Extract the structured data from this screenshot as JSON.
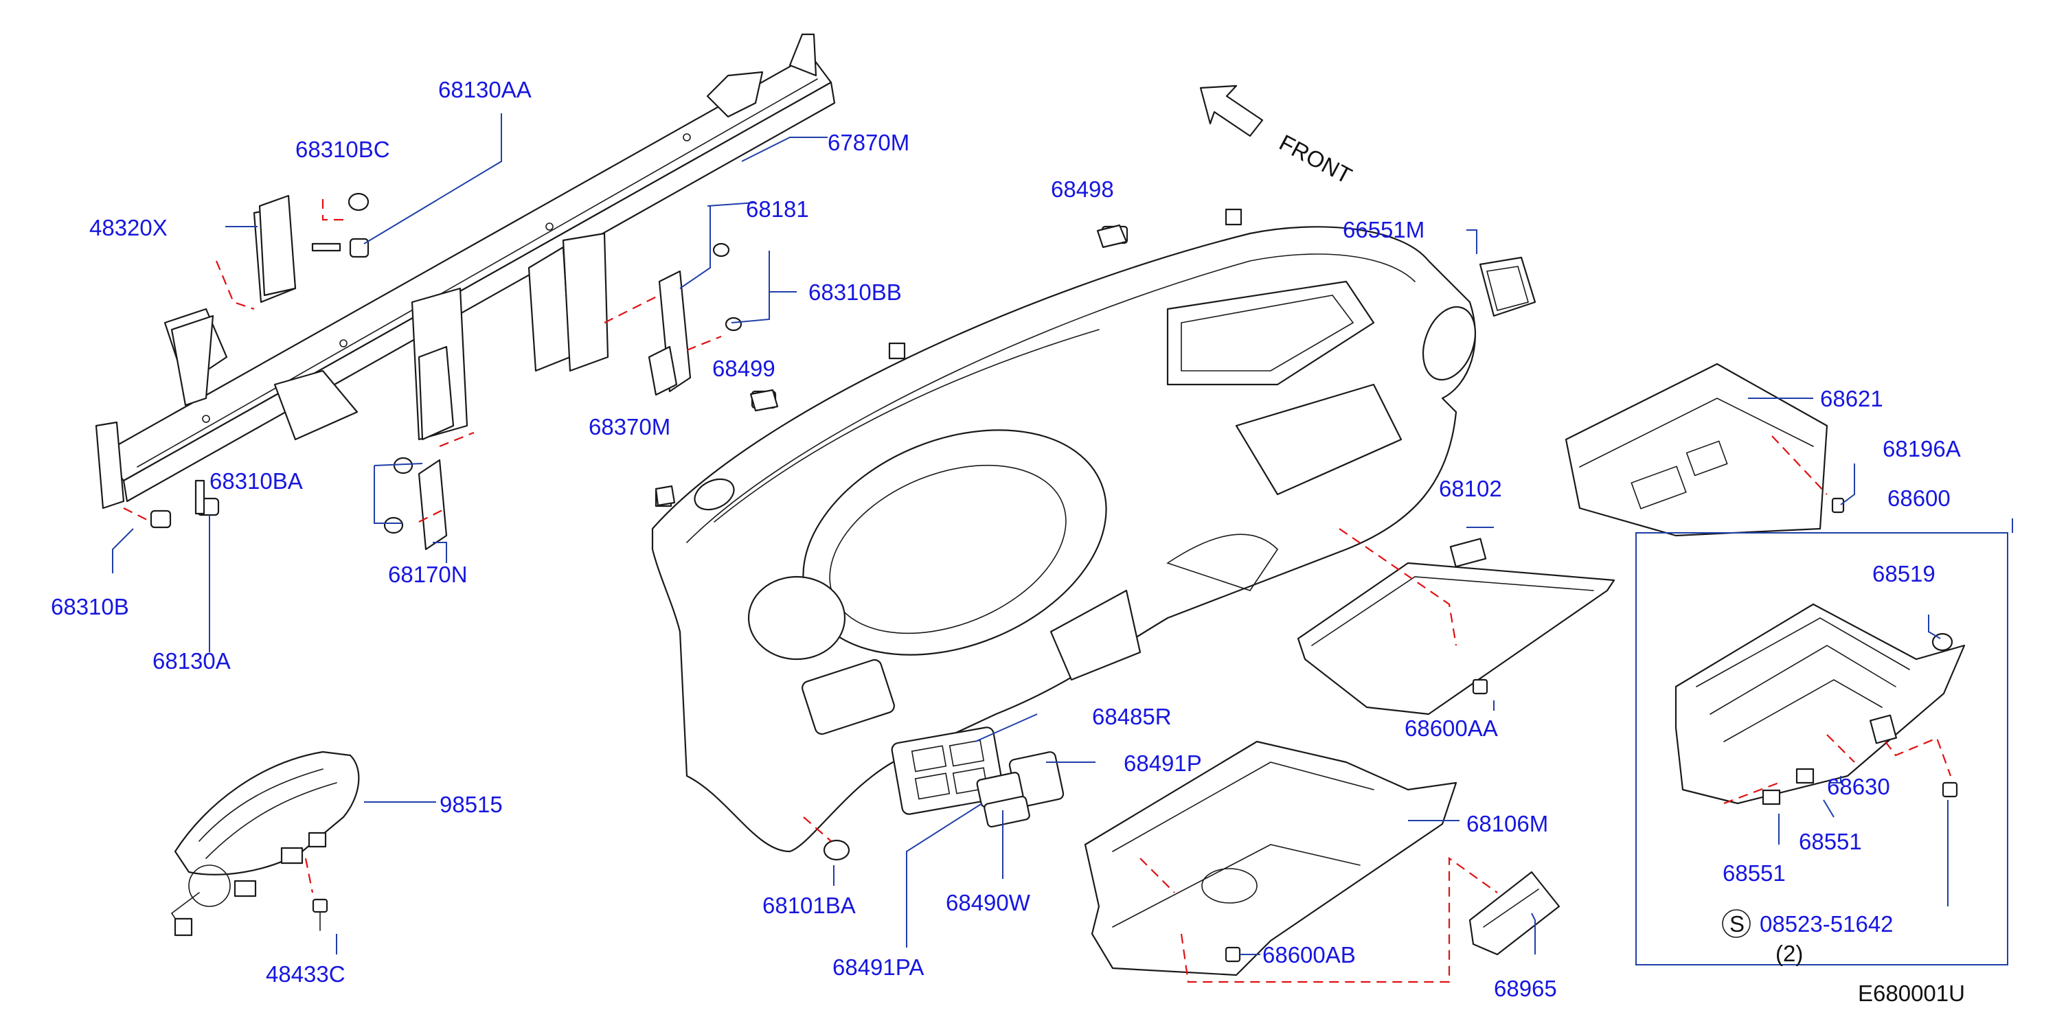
{
  "diagram": {
    "drawing_code": "E680001U",
    "direction_label": "FRONT",
    "service_note": {
      "symbol": "S",
      "part": "08523-51642",
      "qty": "(2)"
    },
    "parts": {
      "p68130AA": "68130AA",
      "p68310BC": "68310BC",
      "p67870M": "67870M",
      "p48320X": "48320X",
      "p68181": "68181",
      "p68310BB": "68310BB",
      "p68499": "68499",
      "p68498": "68498",
      "p66551M": "66551M",
      "p68310BA": "68310BA",
      "p68370M": "68370M",
      "p68170N": "68170N",
      "p68310B": "68310B",
      "p68130A": "68130A",
      "p68621": "68621",
      "p68196A": "68196A",
      "p68600": "68600",
      "p68102": "68102",
      "p68519": "68519",
      "p68600AA": "68600AA",
      "p68485R": "68485R",
      "p68491P": "68491P",
      "p98515": "98515",
      "p68106M": "68106M",
      "p68630": "68630",
      "p68551a": "68551",
      "p68551b": "68551",
      "p68101BA": "68101BA",
      "p68490W": "68490W",
      "p48433C": "48433C",
      "p68600AB": "68600AB",
      "p68491PA": "68491PA",
      "p68965": "68965"
    }
  }
}
